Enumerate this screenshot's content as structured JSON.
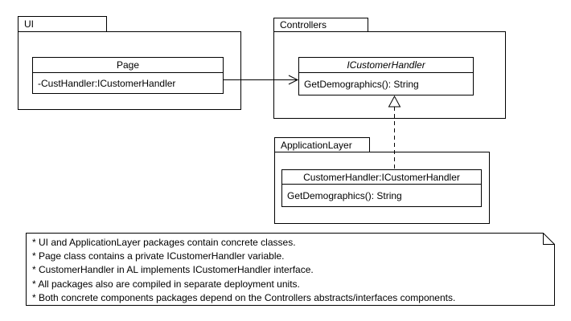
{
  "diagram": {
    "background": "#ffffff",
    "line_color": "#000000",
    "packages": {
      "ui": {
        "name": "UI",
        "class": {
          "name": "Page",
          "members": [
            "-CustHandler:ICustomerHandler"
          ]
        }
      },
      "controllers": {
        "name": "Controllers",
        "class": {
          "name": "ICustomerHandler",
          "members": [
            "GetDemographics(): String"
          ]
        }
      },
      "application_layer": {
        "name": "ApplicationLayer",
        "class": {
          "name": "CustomerHandler:ICustomerHandler",
          "members": [
            "GetDemographics(): String"
          ]
        }
      }
    },
    "relationships": [
      {
        "type": "dependency",
        "from": "Page",
        "to": "ICustomerHandler",
        "style": "solid-line-open-arrow"
      },
      {
        "type": "realization",
        "from": "CustomerHandler:ICustomerHandler",
        "to": "ICustomerHandler",
        "style": "dashed-line-hollow-triangle"
      }
    ],
    "note": {
      "lines": [
        "* UI and ApplicationLayer packages contain concrete classes.",
        "* Page class contains a private ICustomerHandler variable.",
        "* CustomerHandler in AL implements ICustomerHandler interface.",
        "* All packages also are compiled in separate deployment units.",
        "* Both concrete components packages depend on the Controllers abstracts/interfaces components."
      ]
    }
  }
}
